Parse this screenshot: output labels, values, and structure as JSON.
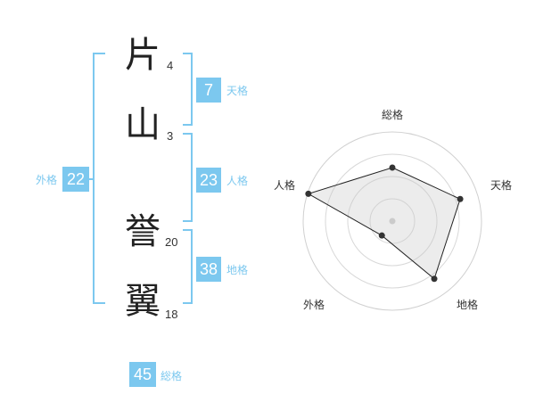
{
  "name": {
    "chars": [
      {
        "char": "片",
        "strokes": "4"
      },
      {
        "char": "山",
        "strokes": "3"
      },
      {
        "char": "誉",
        "strokes": "20"
      },
      {
        "char": "翼",
        "strokes": "18"
      }
    ]
  },
  "kaku": {
    "tenkaku": {
      "value": "7",
      "label": "天格"
    },
    "jinkaku": {
      "value": "23",
      "label": "人格"
    },
    "chikaku": {
      "value": "38",
      "label": "地格"
    },
    "gaikaku": {
      "value": "22",
      "label": "外格"
    },
    "soukaku": {
      "value": "45",
      "label": "総格"
    }
  },
  "colors": {
    "accent": "#7cc8ef",
    "bracket": "#7cc8ef",
    "text": "#222222"
  },
  "chart_data": {
    "type": "radar",
    "axes": [
      "総格",
      "天格",
      "地格",
      "外格",
      "人格"
    ],
    "values": [
      0.6,
      0.8,
      0.8,
      0.2,
      0.99
    ],
    "max": 1,
    "rings": 4
  }
}
